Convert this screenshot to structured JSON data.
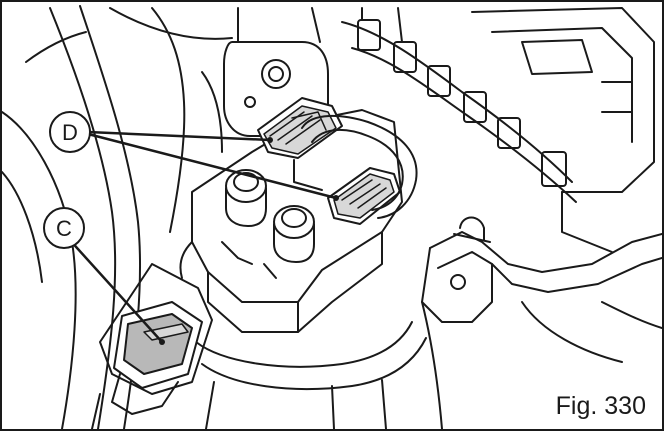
{
  "figure": {
    "caption": "Fig. 330"
  },
  "callouts": {
    "d": "D",
    "c": "C"
  },
  "colors": {
    "line": "#1a1a1a",
    "fill": "#ffffff",
    "shade": "#b8b8b8"
  }
}
